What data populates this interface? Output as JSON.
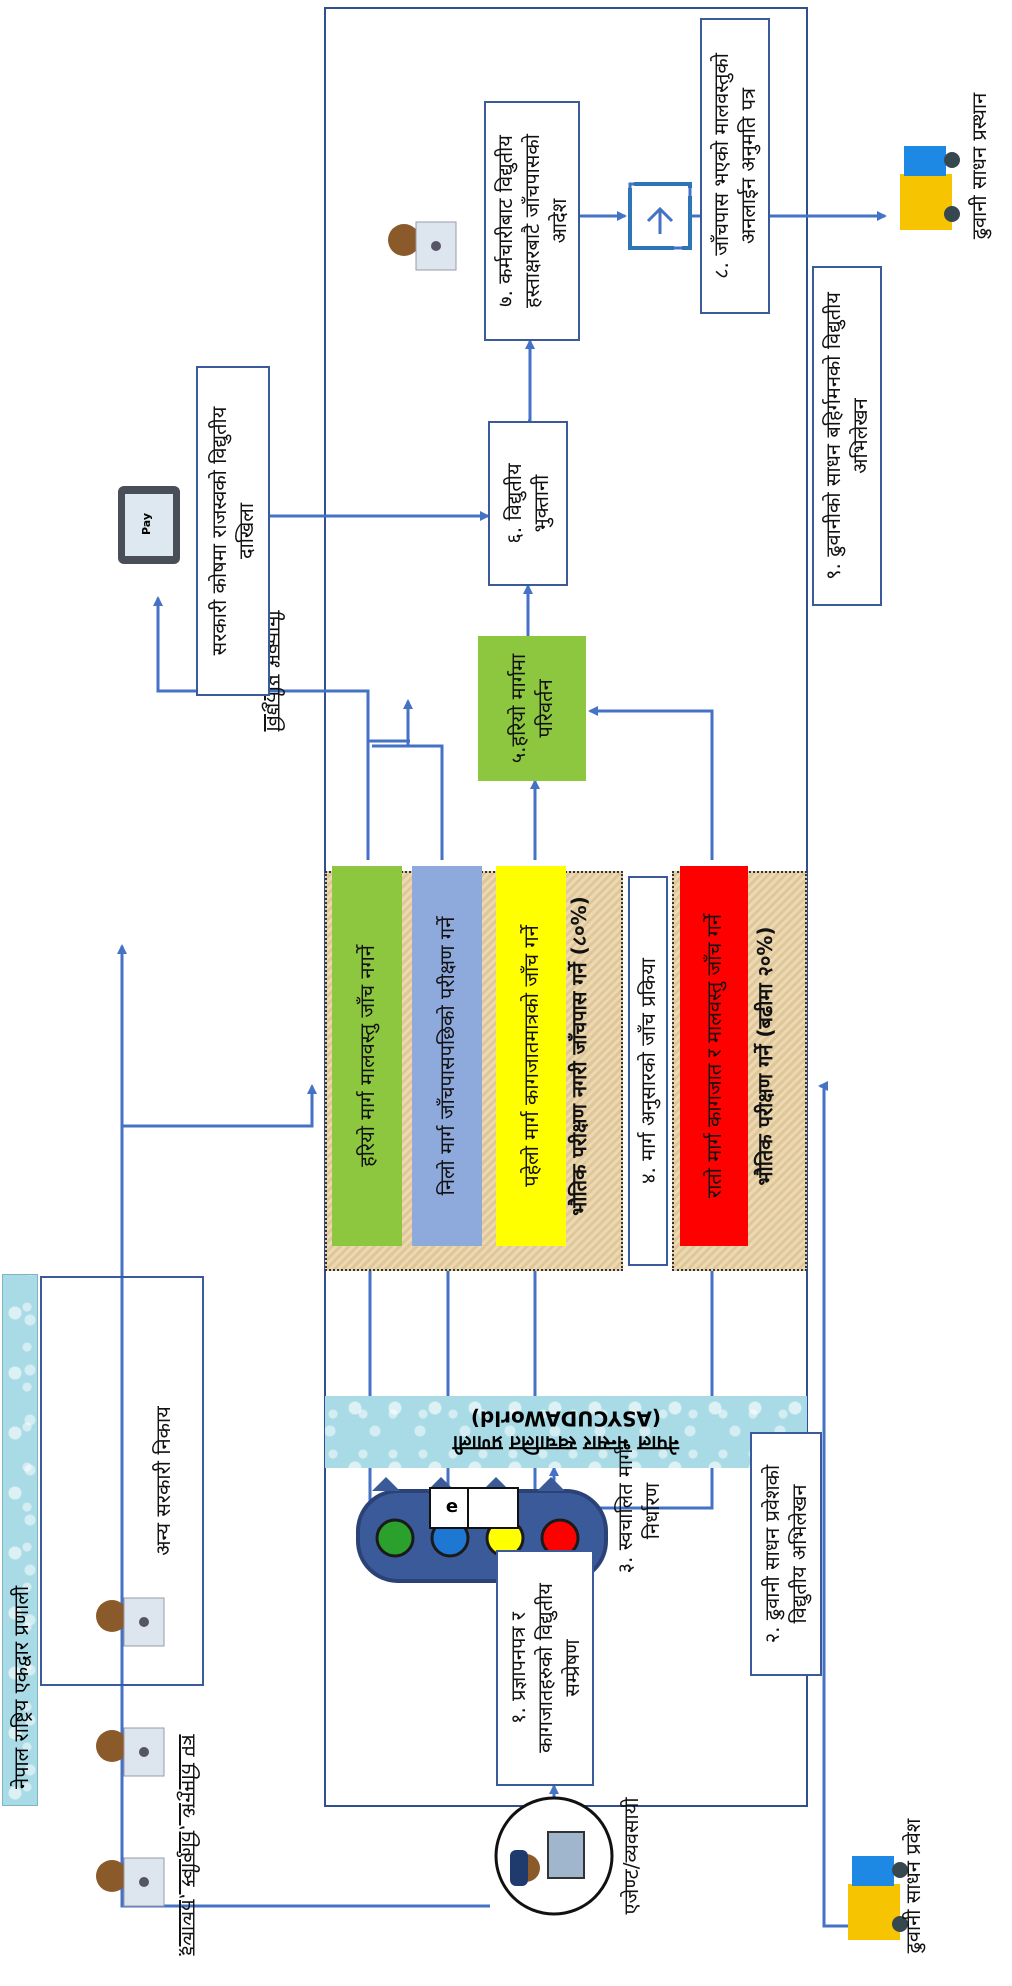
{
  "diagram": {
    "agent_label": "एजेण्ट/व्यवसायी",
    "agent_side_label": "इजाजत, स्वीकृति, अनुमति पत्र",
    "step1": "१. प्रज्ञापनपत्र र कागजातहरुको विद्युतीय सम्प्रेषण",
    "nsw_title": "नेपाल राष्ट्रिय एकद्वार प्रणाली",
    "other_agencies": "अन्य सरकारी निकाय",
    "asycuda_line1": "नेपाल भन्सार स्वचालित प्रणाली",
    "asycuda_line2": "(ASYCUDAWorld)",
    "step2": "२. ढुवानी साधन प्रवेशको विद्युतीय अभिलेखन",
    "truck_entry": "ढुवानी साधन प्रवेश",
    "step3": "३. स्वचालित मार्ग निर्धारण",
    "green_lane": "हरियो मार्ग मालवस्तु जाँच नगर्ने",
    "blue_lane": "निलो मार्ग जाँचपासपछिको परीक्षण गर्ने",
    "yellow_lane": "पहेलो मार्ग कागजातमात्रको जाँच गर्ने",
    "no_exam_label": "भौतिक परीक्षण नगरी जाँचपास गर्ने (८०%)",
    "step4": "४. मार्ग अनुसारको जाँच प्रकिया",
    "red_lane": "रातो मार्ग कागजात र मालवस्तु जाँच गर्ने",
    "exam_label": "भौतिक परीक्षण गर्ने (बढीमा २०%)",
    "step5": "५.हरियो मार्गमा परिवर्तन",
    "step6": "६. विद्युतीय भुक्तानी",
    "treasury": "सरकारी कोषमा राजस्वको विद्युतीय दाखिला",
    "pay_text": "Pay",
    "electronic_payment": "विद्युतीय भुक्तानी",
    "step7": "७. कर्मचारीबाट विद्युतीय हस्ताक्षरबाटै जाँचपासको आदेश",
    "step8": "८. जाँचपास भएको मालवस्तुको अनलाईन अनुमति पत्र",
    "step9": "९. ढुवानीको साधन बहिर्गमनको विद्युतीय अभिलेखन",
    "truck_exit": "ढुवानी साधन प्रस्थान",
    "doc_letter": "e",
    "colors": {
      "line": "#4472c4",
      "green": "#8dc63f",
      "blue": "#8ea9db",
      "yellow": "#ffff00",
      "red": "#ff0000",
      "panel": "#e8cfa0"
    }
  }
}
